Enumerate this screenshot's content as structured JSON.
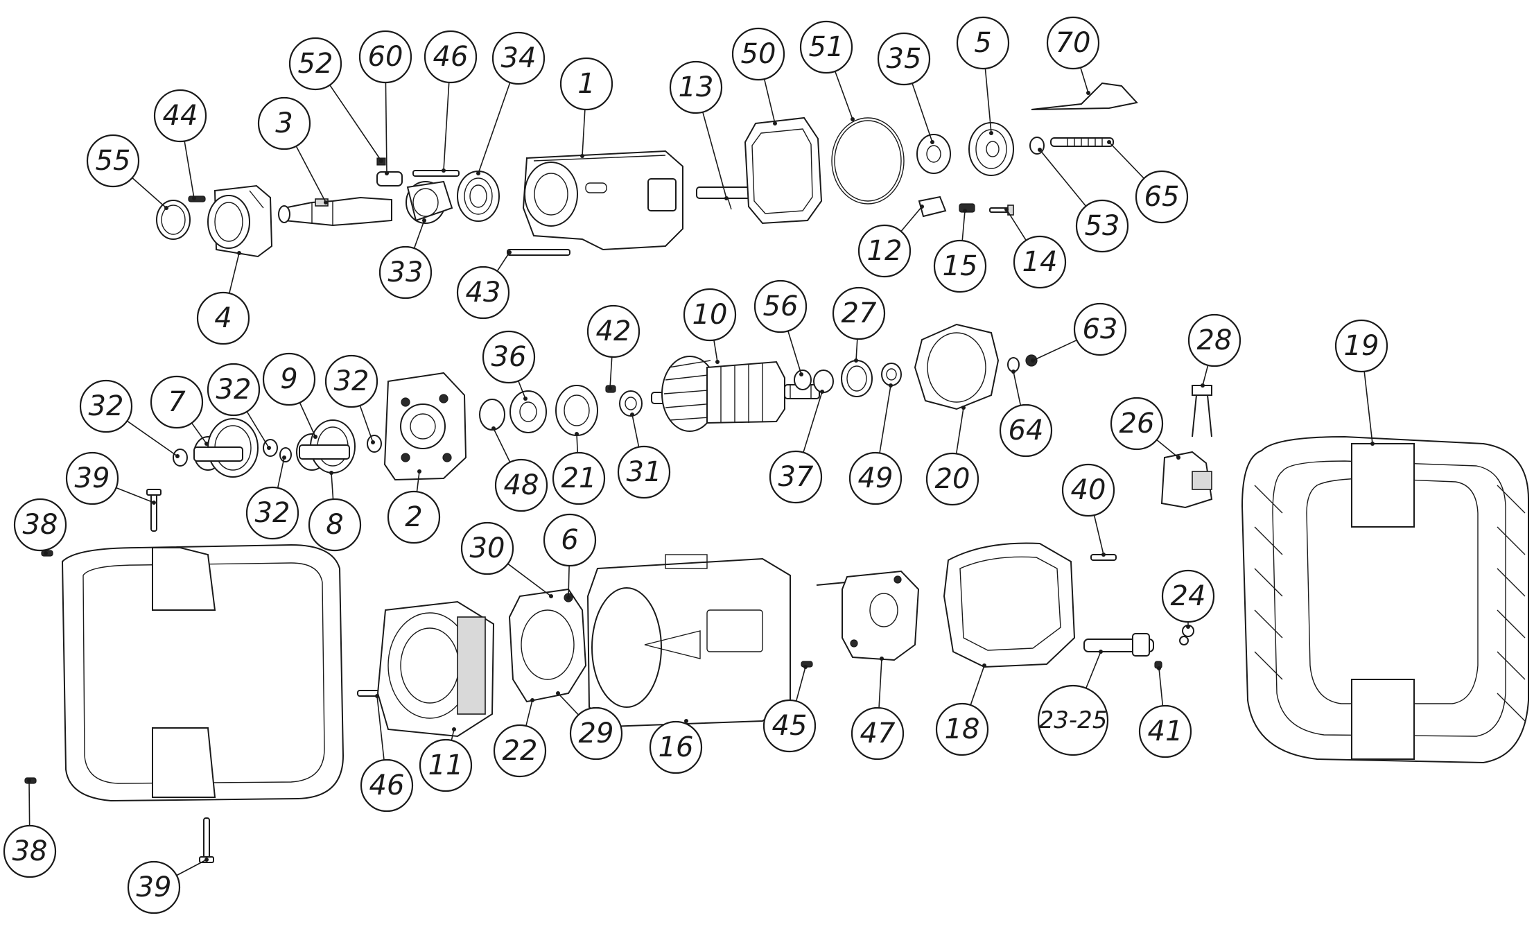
{
  "callouts": [
    {
      "label": "55"
    },
    {
      "label": "44"
    },
    {
      "label": "3"
    },
    {
      "label": "52"
    },
    {
      "label": "60"
    },
    {
      "label": "46"
    },
    {
      "label": "34"
    },
    {
      "label": "1"
    },
    {
      "label": "13"
    },
    {
      "label": "50"
    },
    {
      "label": "51"
    },
    {
      "label": "35"
    },
    {
      "label": "5"
    },
    {
      "label": "70"
    },
    {
      "label": "65"
    },
    {
      "label": "53"
    },
    {
      "label": "14"
    },
    {
      "label": "15"
    },
    {
      "label": "12"
    },
    {
      "label": "43"
    },
    {
      "label": "33"
    },
    {
      "label": "4"
    },
    {
      "label": "32"
    },
    {
      "label": "7"
    },
    {
      "label": "32"
    },
    {
      "label": "9"
    },
    {
      "label": "32"
    },
    {
      "label": "32"
    },
    {
      "label": "8"
    },
    {
      "label": "2"
    },
    {
      "label": "36"
    },
    {
      "label": "48"
    },
    {
      "label": "42"
    },
    {
      "label": "21"
    },
    {
      "label": "31"
    },
    {
      "label": "10"
    },
    {
      "label": "56"
    },
    {
      "label": "37"
    },
    {
      "label": "27"
    },
    {
      "label": "49"
    },
    {
      "label": "20"
    },
    {
      "label": "63"
    },
    {
      "label": "64"
    },
    {
      "label": "28"
    },
    {
      "label": "26"
    },
    {
      "label": "19"
    },
    {
      "label": "39"
    },
    {
      "label": "38"
    },
    {
      "label": "38"
    },
    {
      "label": "39"
    },
    {
      "label": "30"
    },
    {
      "label": "6"
    },
    {
      "label": "46"
    },
    {
      "label": "11"
    },
    {
      "label": "22"
    },
    {
      "label": "29"
    },
    {
      "label": "16"
    },
    {
      "label": "45"
    },
    {
      "label": "47"
    },
    {
      "label": "18"
    },
    {
      "label": "40"
    },
    {
      "label": "24"
    },
    {
      "label": "23-25"
    },
    {
      "label": "41"
    }
  ]
}
